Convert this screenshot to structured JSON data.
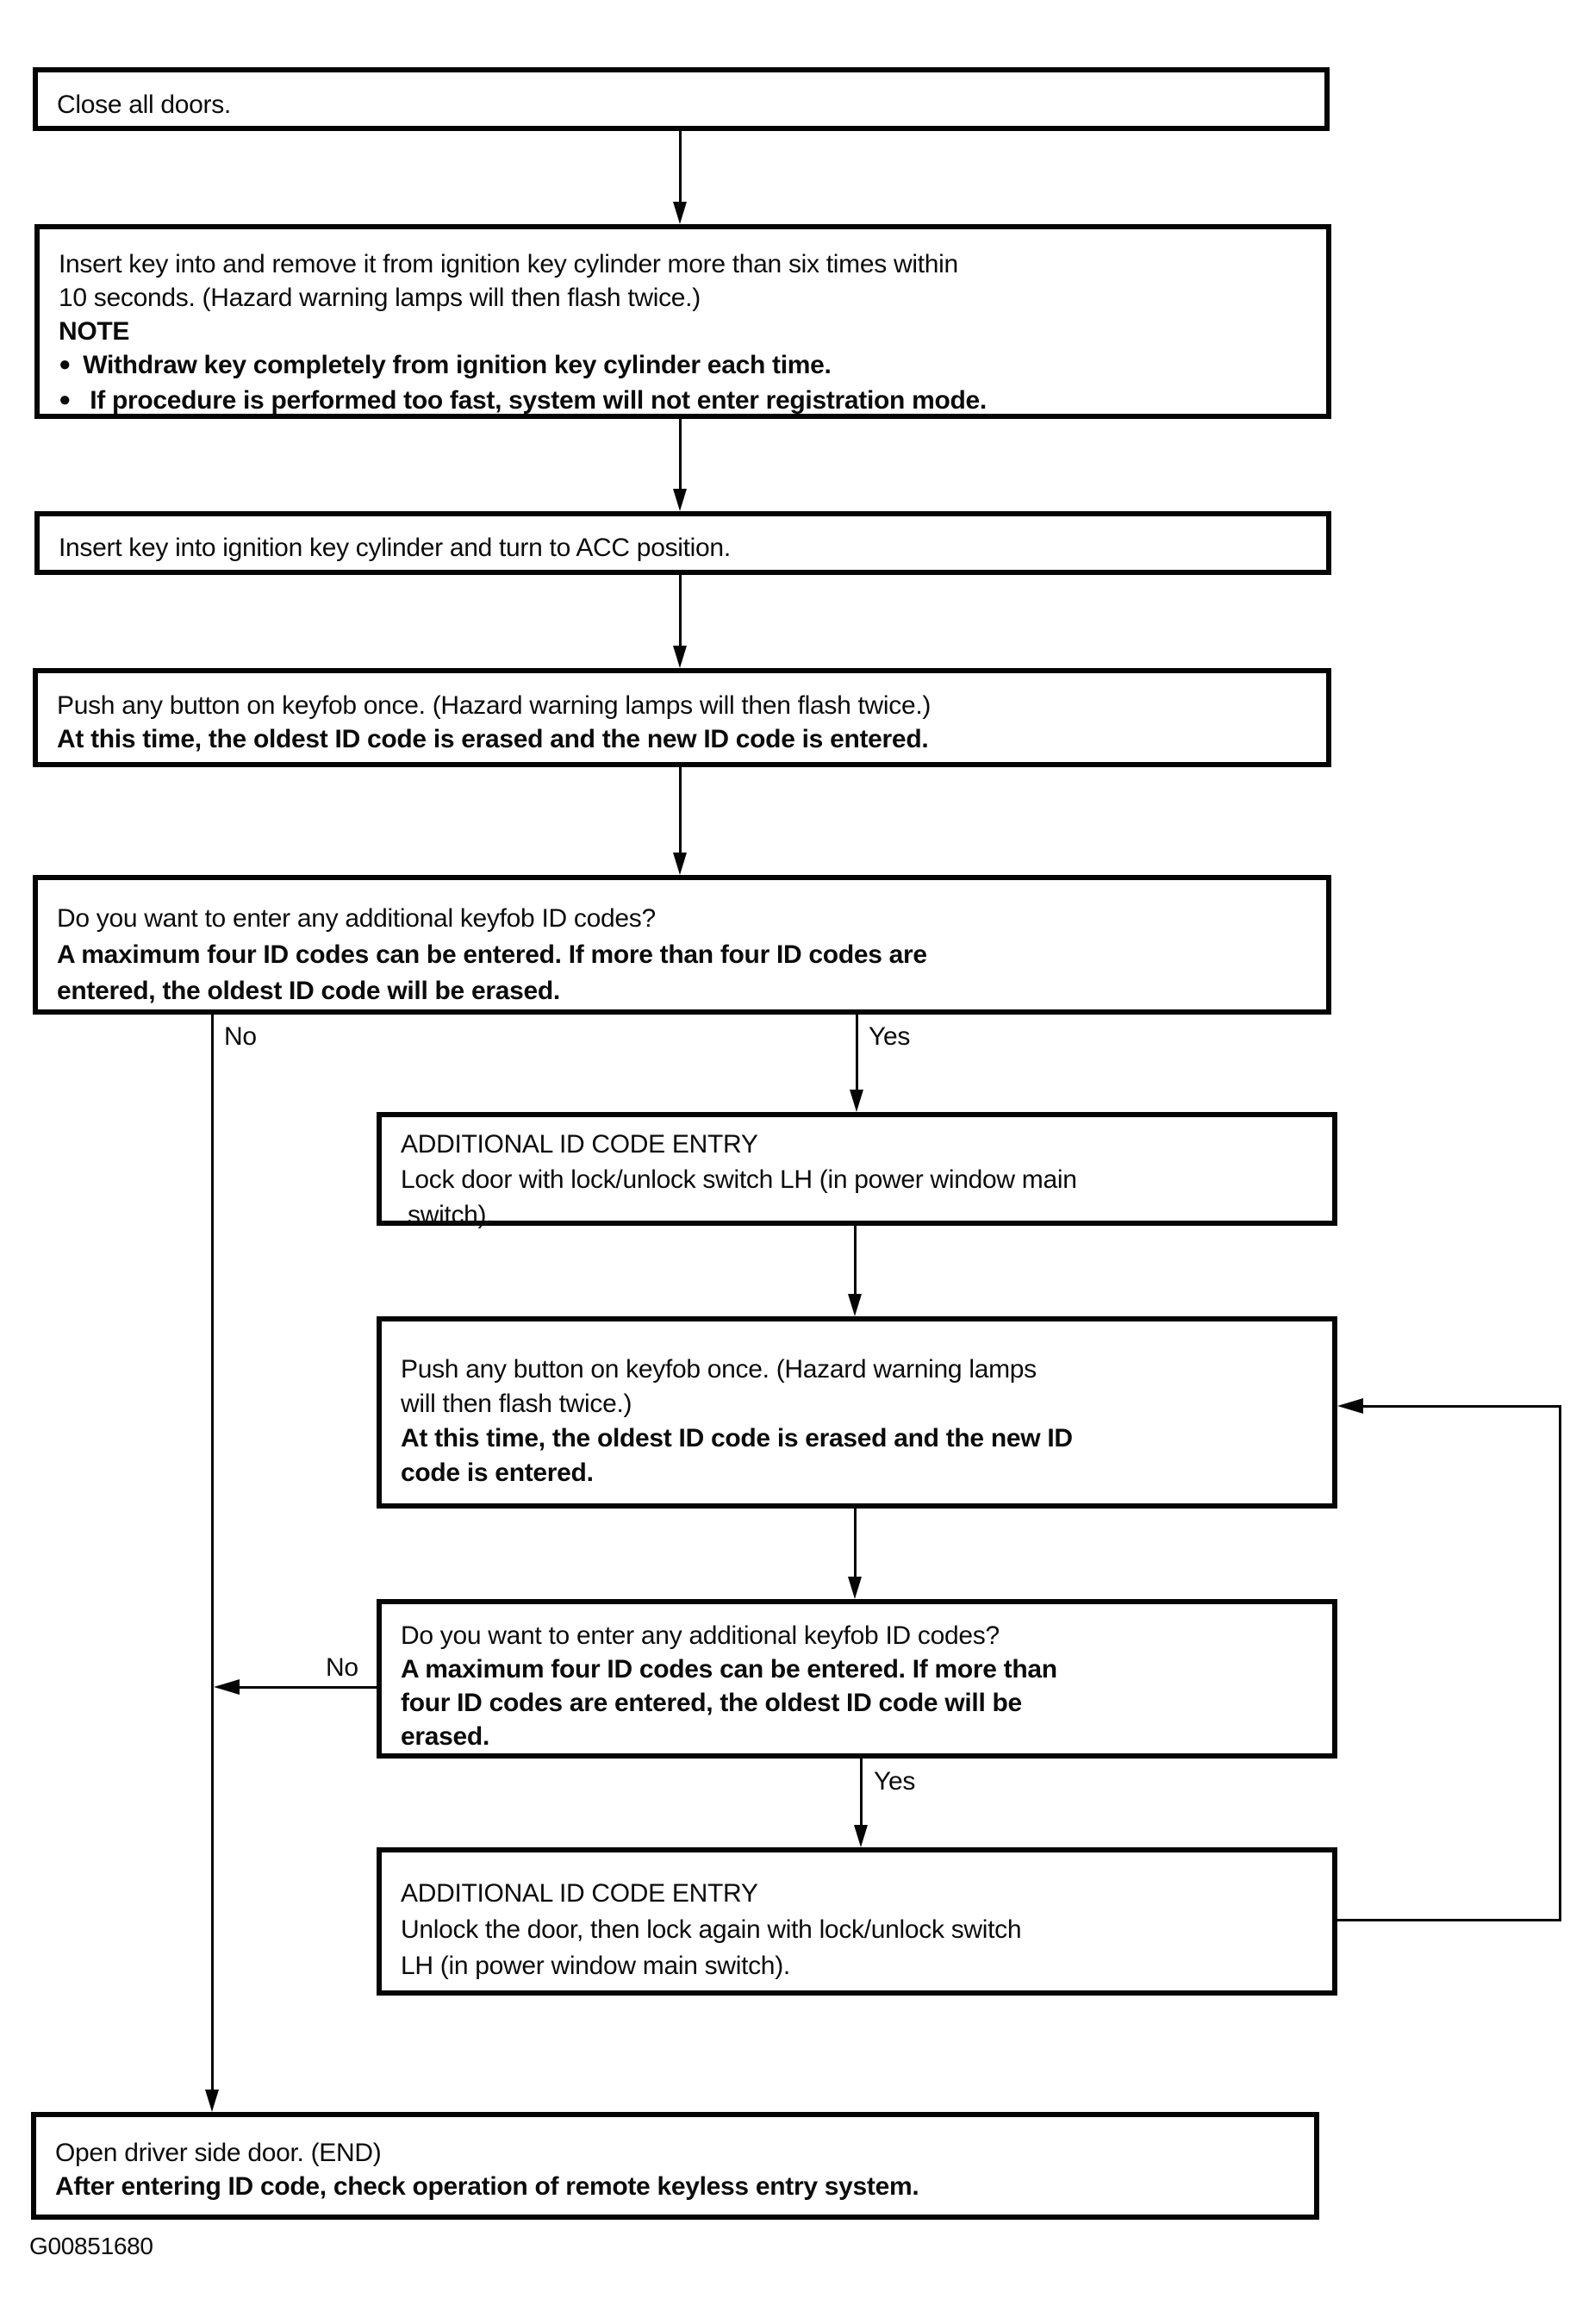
{
  "figure_id": "G00851680",
  "bullet_glyph": "●",
  "labels": {
    "no1": "No",
    "yes1": "Yes",
    "no2": "No",
    "yes2": "Yes"
  },
  "boxes": {
    "close_doors": {
      "l1": "Close all doors."
    },
    "insert_remove": {
      "l1": "Insert key into and remove it from ignition key cylinder more than six times within",
      "l2": "10 seconds. (Hazard warning lamps will then flash twice.)",
      "note": "NOTE",
      "b1": "Withdraw key completely from ignition key cylinder each time.",
      "b2": "If procedure is performed too fast, system will not enter registration mode."
    },
    "insert_acc": {
      "l1": "Insert key into ignition key cylinder and turn to ACC position."
    },
    "push_button_1": {
      "l1": "Push any button on keyfob once. (Hazard warning lamps will then flash twice.)",
      "l2": "At this time, the oldest ID code is erased and the new ID code is entered."
    },
    "decision_1": {
      "l1": "Do you want to enter any additional keyfob ID codes?",
      "l2": "A maximum four ID codes can be entered. If more than four ID codes are",
      "l3": "entered, the oldest ID code will be erased."
    },
    "additional_entry_1": {
      "l1": "ADDITIONAL ID CODE ENTRY",
      "l2": "Lock door with lock/unlock switch LH (in power window main",
      "l3": "switch)."
    },
    "push_button_2": {
      "l1": "Push any button on keyfob once. (Hazard warning lamps",
      "l2": "will then flash twice.)",
      "l3": "At this time, the oldest ID code is erased and the new ID",
      "l4": "code is entered."
    },
    "decision_2": {
      "l1": "Do you want to enter any additional keyfob ID codes?",
      "l2": "A maximum four ID codes can be entered. If more than",
      "l3": "four ID codes are entered, the oldest ID code will be",
      "l4": "erased."
    },
    "additional_entry_2": {
      "l1": "ADDITIONAL ID CODE ENTRY",
      "l2": "Unlock the door, then lock again with lock/unlock switch",
      "l3": "LH (in power window main switch)."
    },
    "end": {
      "l1": "Open driver side door. (END)",
      "l2": "After entering ID code, check operation of remote keyless entry system."
    }
  }
}
